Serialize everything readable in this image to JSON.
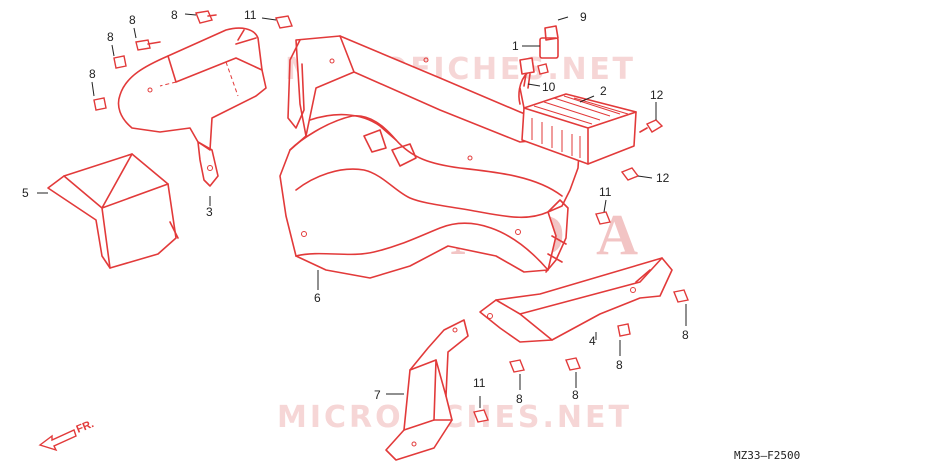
{
  "watermarks": {
    "top": "MICROFICHES.NET",
    "center": "HONDA",
    "bottom": "MICROFICHES.NET"
  },
  "diagram_code": "MZ33—F2500",
  "direction_label": "FR.",
  "callouts": {
    "c1": "1",
    "c2": "2",
    "c3": "3",
    "c4": "4",
    "c5": "5",
    "c6": "6",
    "c7": "7",
    "c8a": "8",
    "c8b": "8",
    "c8c": "8",
    "c8d": "8",
    "c8e": "8",
    "c8f": "8",
    "c8g": "8",
    "c9": "9",
    "c10": "10",
    "c11a": "11",
    "c11b": "11",
    "c11c": "11",
    "c12a": "12",
    "c12b": "12"
  },
  "colors": {
    "line_art": "#e23a3a",
    "text": "#222222",
    "watermark": "#f6d6d6"
  },
  "icons": [
    "front-direction-arrow-icon",
    "bolt-icon"
  ]
}
